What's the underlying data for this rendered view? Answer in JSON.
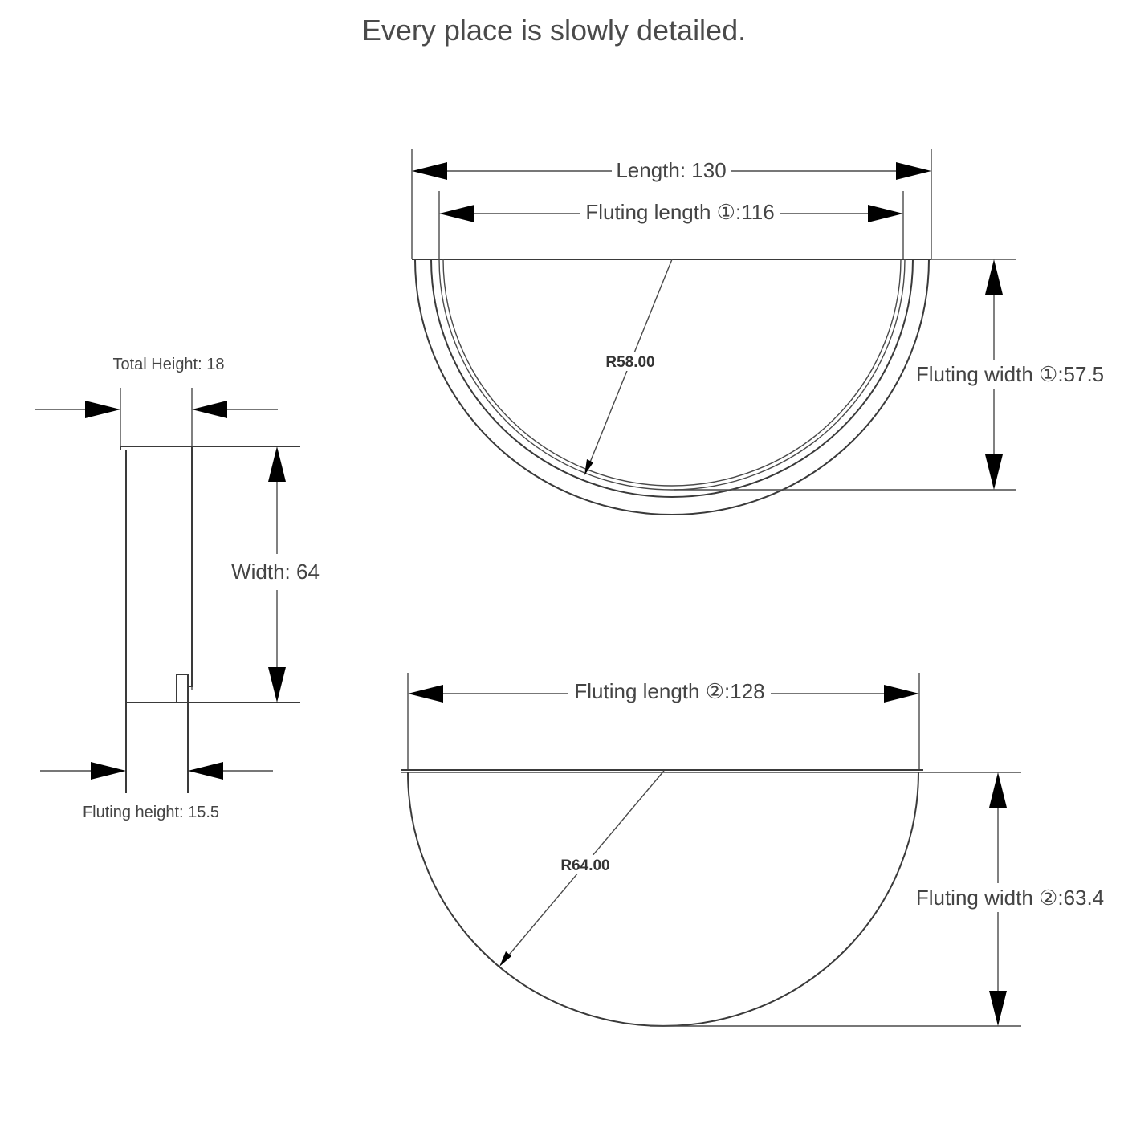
{
  "title": "Every place is slowly detailed.",
  "dimensions": {
    "length": "Length: 130",
    "fluting_length_1": "Fluting length ①:116",
    "fluting_width_1": "Fluting width ①:57.5",
    "radius_1": "R58.00",
    "total_height": "Total Height: 18",
    "width": "Width: 64",
    "fluting_height": "Fluting height: 15.5",
    "fluting_length_2": "Fluting length ②:128",
    "fluting_width_2": "Fluting width ②:63.4",
    "radius_2": "R64.00"
  }
}
